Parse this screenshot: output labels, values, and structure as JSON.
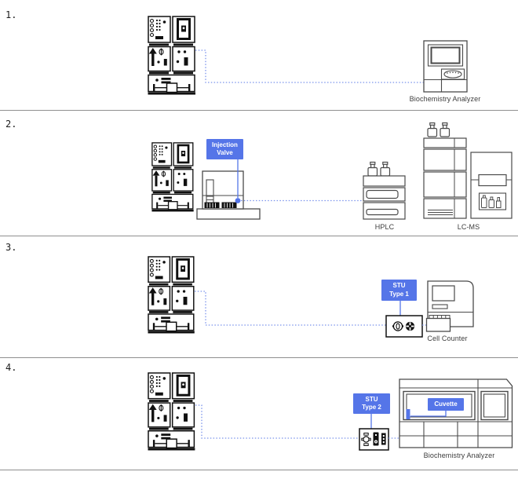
{
  "colors": {
    "accent_blue": "#5575e8",
    "dotted_line_blue": "#7b93ec",
    "line_art": "#4a4a4a",
    "stack_ink": "#101010",
    "separator_gray": "#8f8f8f"
  },
  "rows": [
    {
      "number": "1.",
      "labels": {
        "analyzer": "Biochemistry Analyzer"
      }
    },
    {
      "number": "2.",
      "tag": {
        "line1": "Injection",
        "line2": "Valve"
      },
      "labels": {
        "hplc": "HPLC",
        "lcms": "LC-MS"
      }
    },
    {
      "number": "3.",
      "tag": {
        "line1": "STU",
        "line2": "Type 1"
      },
      "labels": {
        "cell_counter": "Cell Counter"
      }
    },
    {
      "number": "4.",
      "tag": {
        "line1": "STU",
        "line2": "Type 2"
      },
      "tag2": {
        "line1": "Cuvette"
      },
      "labels": {
        "analyzer": "Biochemistry Analyzer"
      }
    }
  ]
}
